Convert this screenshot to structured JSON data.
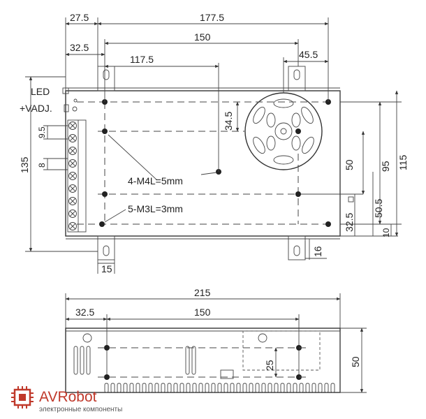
{
  "top_view": {
    "dims": {
      "d27_5": "27.5",
      "d177_5": "177.5",
      "d150": "150",
      "d32_5": "32.5",
      "d117_5": "117.5",
      "d45_5": "45.5",
      "d34_5": "34.5",
      "d135": "135",
      "d9_5": "9.5",
      "d8": "8",
      "d50": "50",
      "d95": "95",
      "d115": "115",
      "d50_5": "50.5",
      "d32_5v": "32.5",
      "d10": "10",
      "d16": "16",
      "d15": "15"
    },
    "labels": {
      "led": "LED",
      "vadj": "+VADJ.",
      "m4": "4-M4L=5mm",
      "m3": "5-M3L=3mm"
    }
  },
  "side_view": {
    "dims": {
      "d215": "215",
      "d32_5": "32.5",
      "d150": "150",
      "d25": "25",
      "d50": "50"
    }
  },
  "logo": {
    "name": "AVRobot",
    "tagline": "электронные компоненты",
    "color": "#c0392b"
  }
}
